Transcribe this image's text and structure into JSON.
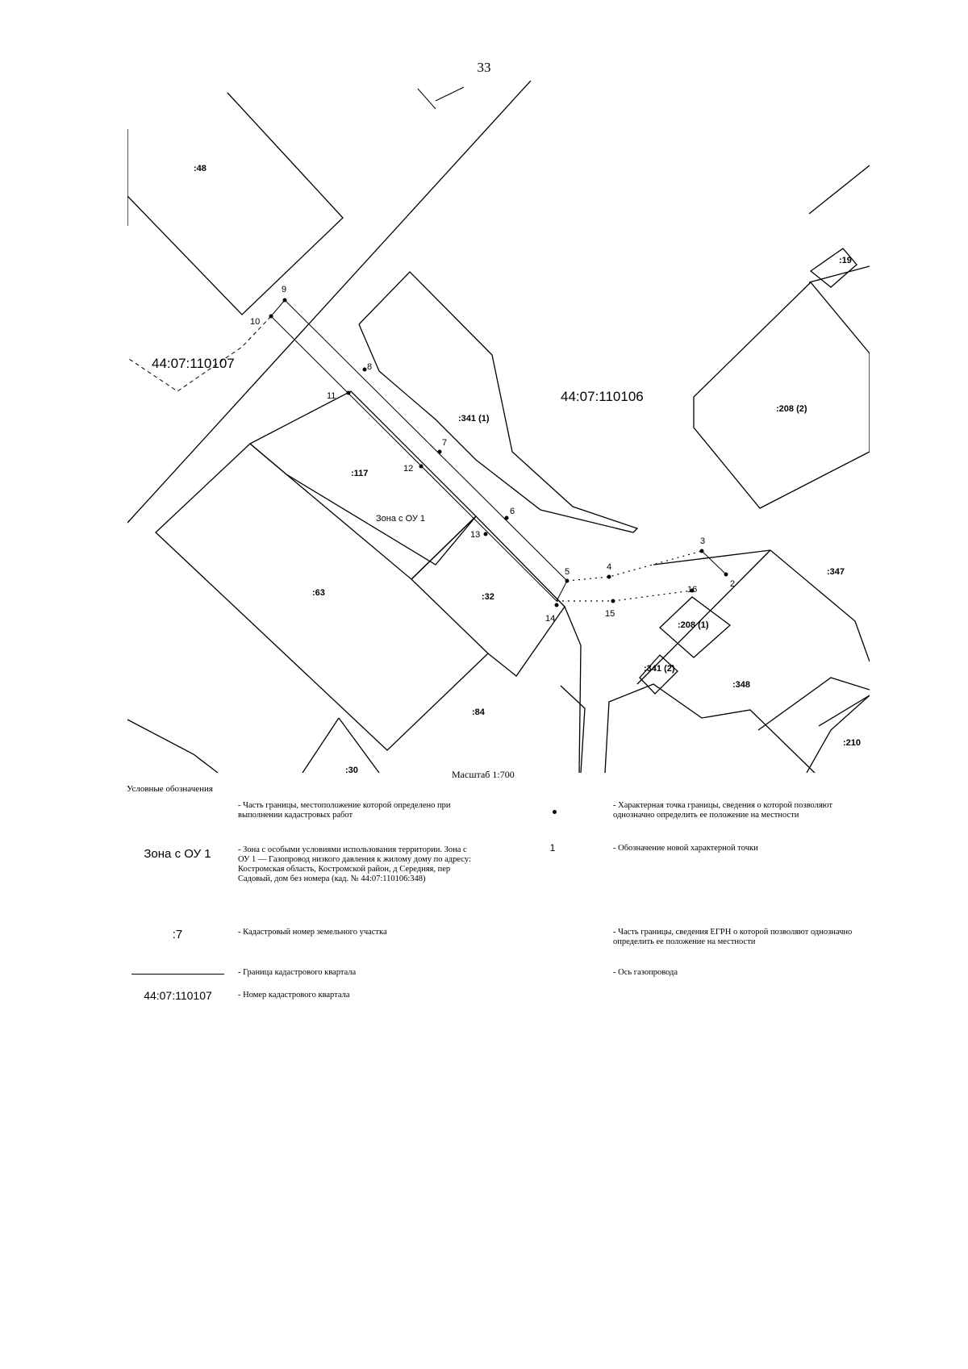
{
  "page_number": "33",
  "quarters": {
    "west": "44:07:110107",
    "east": "44:07:110106"
  },
  "parcels": {
    "p48": ":48",
    "p19": ":19",
    "p341_1": ":341 (1)",
    "p208_2": ":208 (2)",
    "p117": ":117",
    "zone": "Зона с ОУ 1",
    "p63": ":63",
    "p32": ":32",
    "p347": ":347",
    "p208_1": ":208 (1)",
    "p341_2": ":341 (2)",
    "p348": ":348",
    "p84": ":84",
    "p210": ":210",
    "p30": ":30"
  },
  "points": [
    "2",
    "3",
    "4",
    "5",
    "6",
    "7",
    "8",
    "9",
    "10",
    "11",
    "12",
    "13",
    "14",
    "15",
    "16"
  ],
  "scale": "Масштаб 1:700",
  "legend": {
    "title": "Условные обозначения",
    "items": {
      "boundary_defined": "- Часть границы, местоположение которой определено при выполнении кадастровых работ",
      "zone_symbol": "Зона с ОУ 1",
      "zone_desc": "- Зона с особыми условиями использования территории. Зона с ОУ 1 — Газопровод низкого давления к жилому дому по адресу: Костромская область, Костромской район, д Середняя, пер Садовый, дом без номера (кад. № 44:07:110106:348)",
      "parcel_symbol": ":7",
      "parcel_desc": "- Кадастровый номер земельного участка",
      "quarter_line_desc": "- Граница кадастрового квартала",
      "quarter_symbol": "44:07:110107",
      "quarter_desc": "- Номер кадастрового квартала",
      "existing_point_desc": "- Характерная точка границы, сведения о которой позволяют однозначно определить ее положение на местности",
      "new_point_desc": "- Обозначение новой характерной точки",
      "egrn_boundary_desc": "- Часть границы, сведения ЕГРН о которой позволяют однозначно определить ее положение на местности",
      "gas_axis_desc": "- Ось газопровода"
    }
  }
}
